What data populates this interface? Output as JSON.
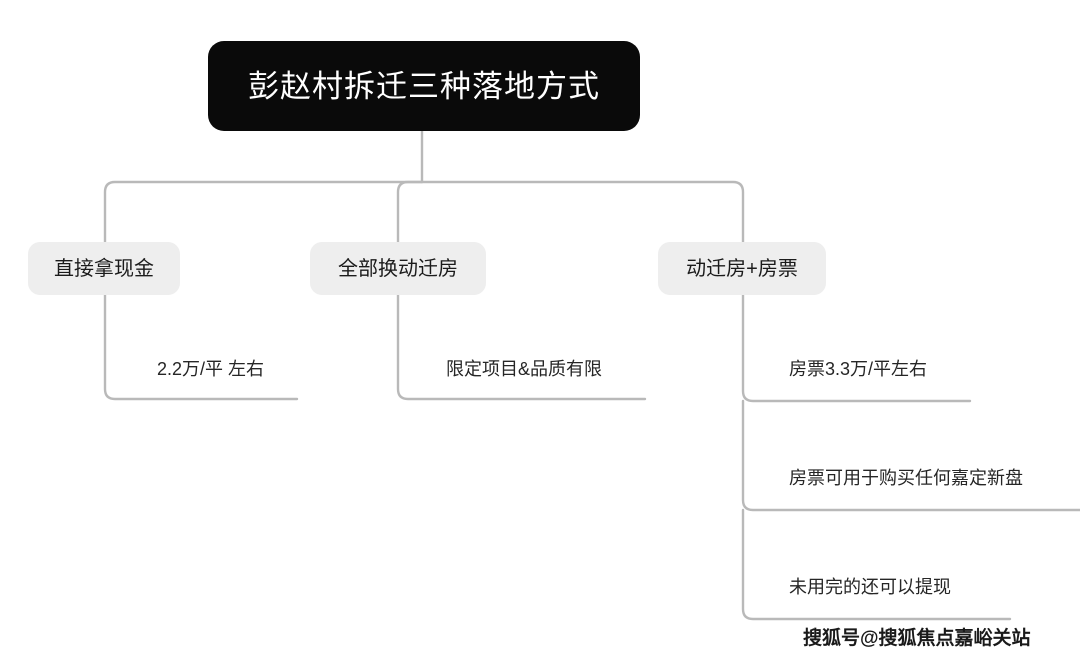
{
  "diagram": {
    "root": {
      "label": "彭赵村拆迁三种落地方式"
    },
    "branches": [
      {
        "label": "直接拿现金",
        "leaves": [
          {
            "label": "2.2万/平 左右"
          }
        ]
      },
      {
        "label": "全部换动迁房",
        "leaves": [
          {
            "label": "限定项目&品质有限"
          }
        ]
      },
      {
        "label": "动迁房+房票",
        "leaves": [
          {
            "label": "房票3.3万/平左右"
          },
          {
            "label": "房票可用于购买任何嘉定新盘"
          },
          {
            "label": "未用完的还可以提现"
          }
        ]
      }
    ]
  },
  "watermark": {
    "text": "搜狐号@搜狐焦点嘉峪关站"
  },
  "colors": {
    "background": "#ffffff",
    "root_fill": "#0a0a0a",
    "root_text": "#ffffff",
    "branch_fill": "#eeeeee",
    "branch_text": "#1b1b1b",
    "leaf_text": "#262626",
    "connector": "#b9b9b9"
  }
}
